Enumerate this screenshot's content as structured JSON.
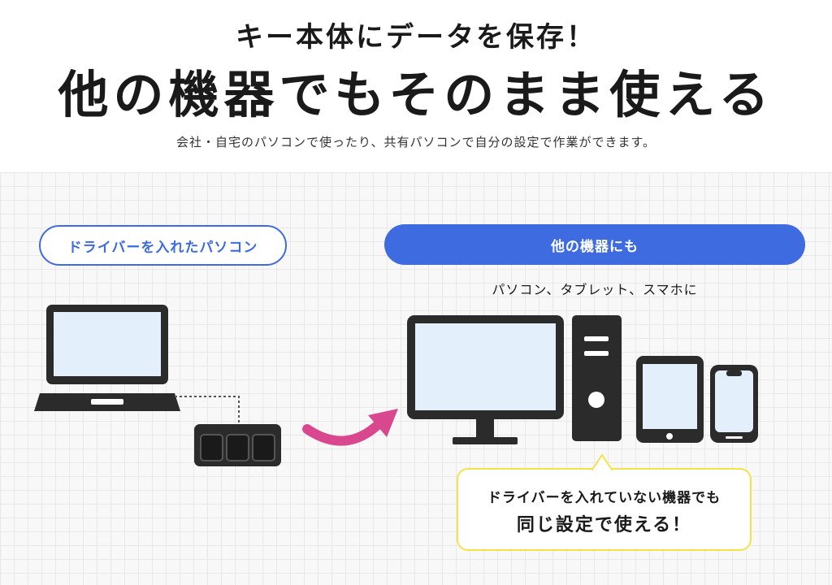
{
  "header": {
    "title_small": "キー本体にデータを保存！",
    "title_big": "他の機器でもそのまま使える",
    "subtitle": "会社・自宅のパソコンで使ったり、共有パソコンで自分の設定で作業ができます。"
  },
  "left_panel": {
    "label": "ドライバーを入れたパソコン",
    "icons": [
      "laptop-icon",
      "keypad-icon"
    ]
  },
  "right_panel": {
    "label": "他の機器にも",
    "devices_label": "パソコン、タブレット、スマホに",
    "icons": [
      "monitor-icon",
      "pc-tower-icon",
      "tablet-icon",
      "smartphone-icon"
    ]
  },
  "callout": {
    "line1": "ドライバーを入れていない機器でも",
    "line2": "同じ設定で使える！"
  },
  "colors": {
    "accent_blue": "#3e6be0",
    "arrow_pink": "#d9488f",
    "callout_yellow": "#f4e24a",
    "screen_fill": "#e3f0fb",
    "device_dark": "#2b2b2b"
  }
}
